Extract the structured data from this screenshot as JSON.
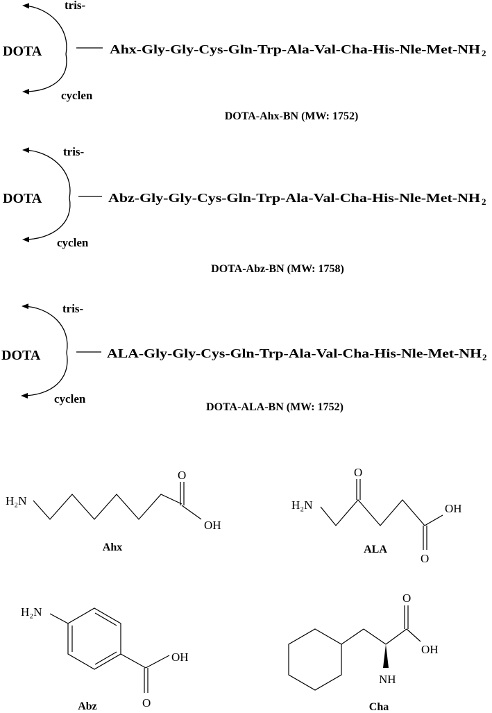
{
  "conjugates": [
    {
      "chelator": "DOTA",
      "arc_top": "tris-",
      "arc_bottom": "cyclen",
      "sequence": "Ahx-Gly-Gly-Cys-Gln-Trp-Ala-Val-Cha-His-Nle-Met-NH",
      "subscript": "2",
      "caption": "DOTA-Ahx-BN (MW: 1752)"
    },
    {
      "chelator": "DOTA",
      "arc_top": "tris-",
      "arc_bottom": "cyclen",
      "sequence": "Abz-Gly-Gly-Cys-Gln-Trp-Ala-Val-Cha-His-Nle-Met-NH",
      "subscript": "2",
      "caption": "DOTA-Abz-BN (MW: 1758)"
    },
    {
      "chelator": "DOTA",
      "arc_top": "tris-",
      "arc_bottom": "cyclen",
      "sequence": "ALA-Gly-Gly-Cys-Gln-Trp-Ala-Val-Cha-His-Nle-Met-NH",
      "subscript": "2",
      "caption": "DOTA-ALA-BN (MW: 1752)"
    }
  ],
  "structures": {
    "ahx": {
      "name": "Ahx",
      "amine": "H₂N",
      "carbonyl_o": "O",
      "hydroxyl": "OH"
    },
    "ala": {
      "name": "ALA",
      "amine": "H₂N",
      "ketone_o": "O",
      "carbonyl_o": "O",
      "hydroxyl": "OH"
    },
    "abz": {
      "name": "Abz",
      "amine": "H₂N",
      "carbonyl_o": "O",
      "hydroxyl": "OH"
    },
    "cha": {
      "name": "Cha",
      "amine": "NH",
      "carbonyl_o": "O",
      "hydroxyl": "OH"
    }
  }
}
